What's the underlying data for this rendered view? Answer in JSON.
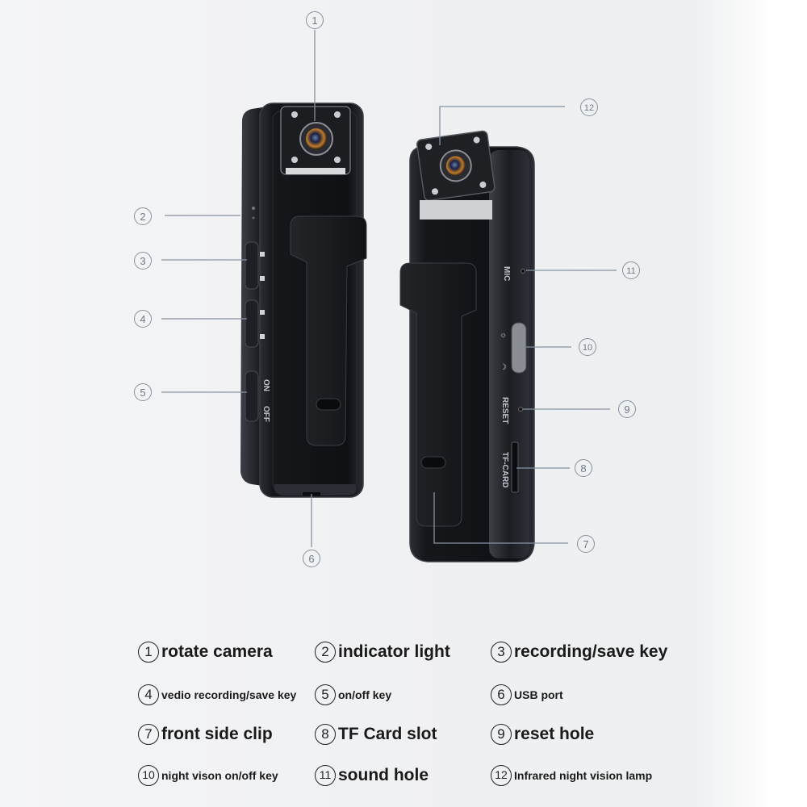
{
  "callouts": [
    {
      "num": "1"
    },
    {
      "num": "2"
    },
    {
      "num": "3"
    },
    {
      "num": "4"
    },
    {
      "num": "5"
    },
    {
      "num": "6"
    },
    {
      "num": "7"
    },
    {
      "num": "8"
    },
    {
      "num": "9"
    },
    {
      "num": "10"
    },
    {
      "num": "11"
    },
    {
      "num": "12"
    }
  ],
  "device_labels": {
    "mic": "MIC",
    "reset": "RESET",
    "tf_card": "TF-CARD",
    "on": "ON",
    "off": "OFF"
  },
  "legend": [
    {
      "num": "1",
      "text": "rotate camera"
    },
    {
      "num": "2",
      "text": " indicator light"
    },
    {
      "num": "3",
      "text": "recording/save key"
    },
    {
      "num": "4",
      "text": "vedio recording/save key"
    },
    {
      "num": "5",
      "text": " on/off key"
    },
    {
      "num": "6",
      "text": " USB port"
    },
    {
      "num": "7",
      "text": " front side clip"
    },
    {
      "num": "8",
      "text": "TF Card slot"
    },
    {
      "num": "9",
      "text": " reset hole"
    },
    {
      "num": "10",
      "text": "night vison on/off key"
    },
    {
      "num": "11",
      "text": "sound hole"
    },
    {
      "num": "12",
      "text": " Infrared night vision lamp"
    }
  ],
  "colors": {
    "device": "#121316",
    "device_edge": "#3a3d44",
    "leader_line": "#8592a0",
    "legend_text": "#1a1a1a"
  }
}
